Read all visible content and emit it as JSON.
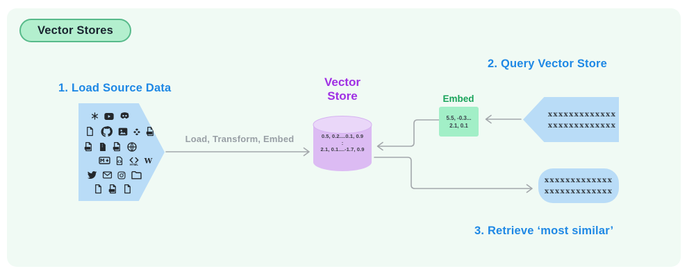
{
  "badge": {
    "label": "Vector Stores"
  },
  "headings": {
    "step1": "1. Load Source Data",
    "step2": "2. Query Vector Store",
    "step3": "3. Retrieve ‘most similar’"
  },
  "flow": {
    "load_arrow_label": "Load, Transform, Embed"
  },
  "vector_store": {
    "title_line1": "Vector",
    "title_line2": "Store",
    "row1": "0.5, 0.2....0.1, 0.9",
    "row2": ":",
    "row3": "2.1, 0.1....-1.7, 0.9"
  },
  "embed": {
    "label": "Embed",
    "row1": "5.5, -0.3...",
    "row2": "2.1, 0.1"
  },
  "query": {
    "line1": "xxxxxxxxxxxxx",
    "line2": "xxxxxxxxxxxxx"
  },
  "result": {
    "line1": "xxxxxxxxxxxxx",
    "line2": "xxxxxxxxxxxxx"
  },
  "source": {
    "icon_rows": [
      [
        "slack",
        "youtube",
        "discord"
      ],
      [
        "file",
        "github",
        "image",
        "dropbox",
        "filelabel"
      ],
      [
        "filelabel",
        "archive",
        "filelabel",
        "globe"
      ],
      [
        "markdown",
        "code",
        "html",
        "wiki"
      ],
      [
        "twitter",
        "mail",
        "instagram",
        "folder"
      ],
      [
        "file",
        "filelabel",
        "file"
      ]
    ]
  },
  "colors": {
    "card_bg": "#f0faf4",
    "badge_bg": "#b3efce",
    "badge_border": "#57ba8a",
    "accent_blue": "#1e88e5",
    "accent_purple": "#9f2fe4",
    "accent_green": "#19a35a",
    "shape_blue": "#b9dcf7",
    "cylinder_fill": "#dcbbf3",
    "cylinder_top": "#ead7f9",
    "embed_bg": "#a2efc7",
    "connector_gray": "#a3a7ab",
    "icon_dark": "#24282c"
  }
}
